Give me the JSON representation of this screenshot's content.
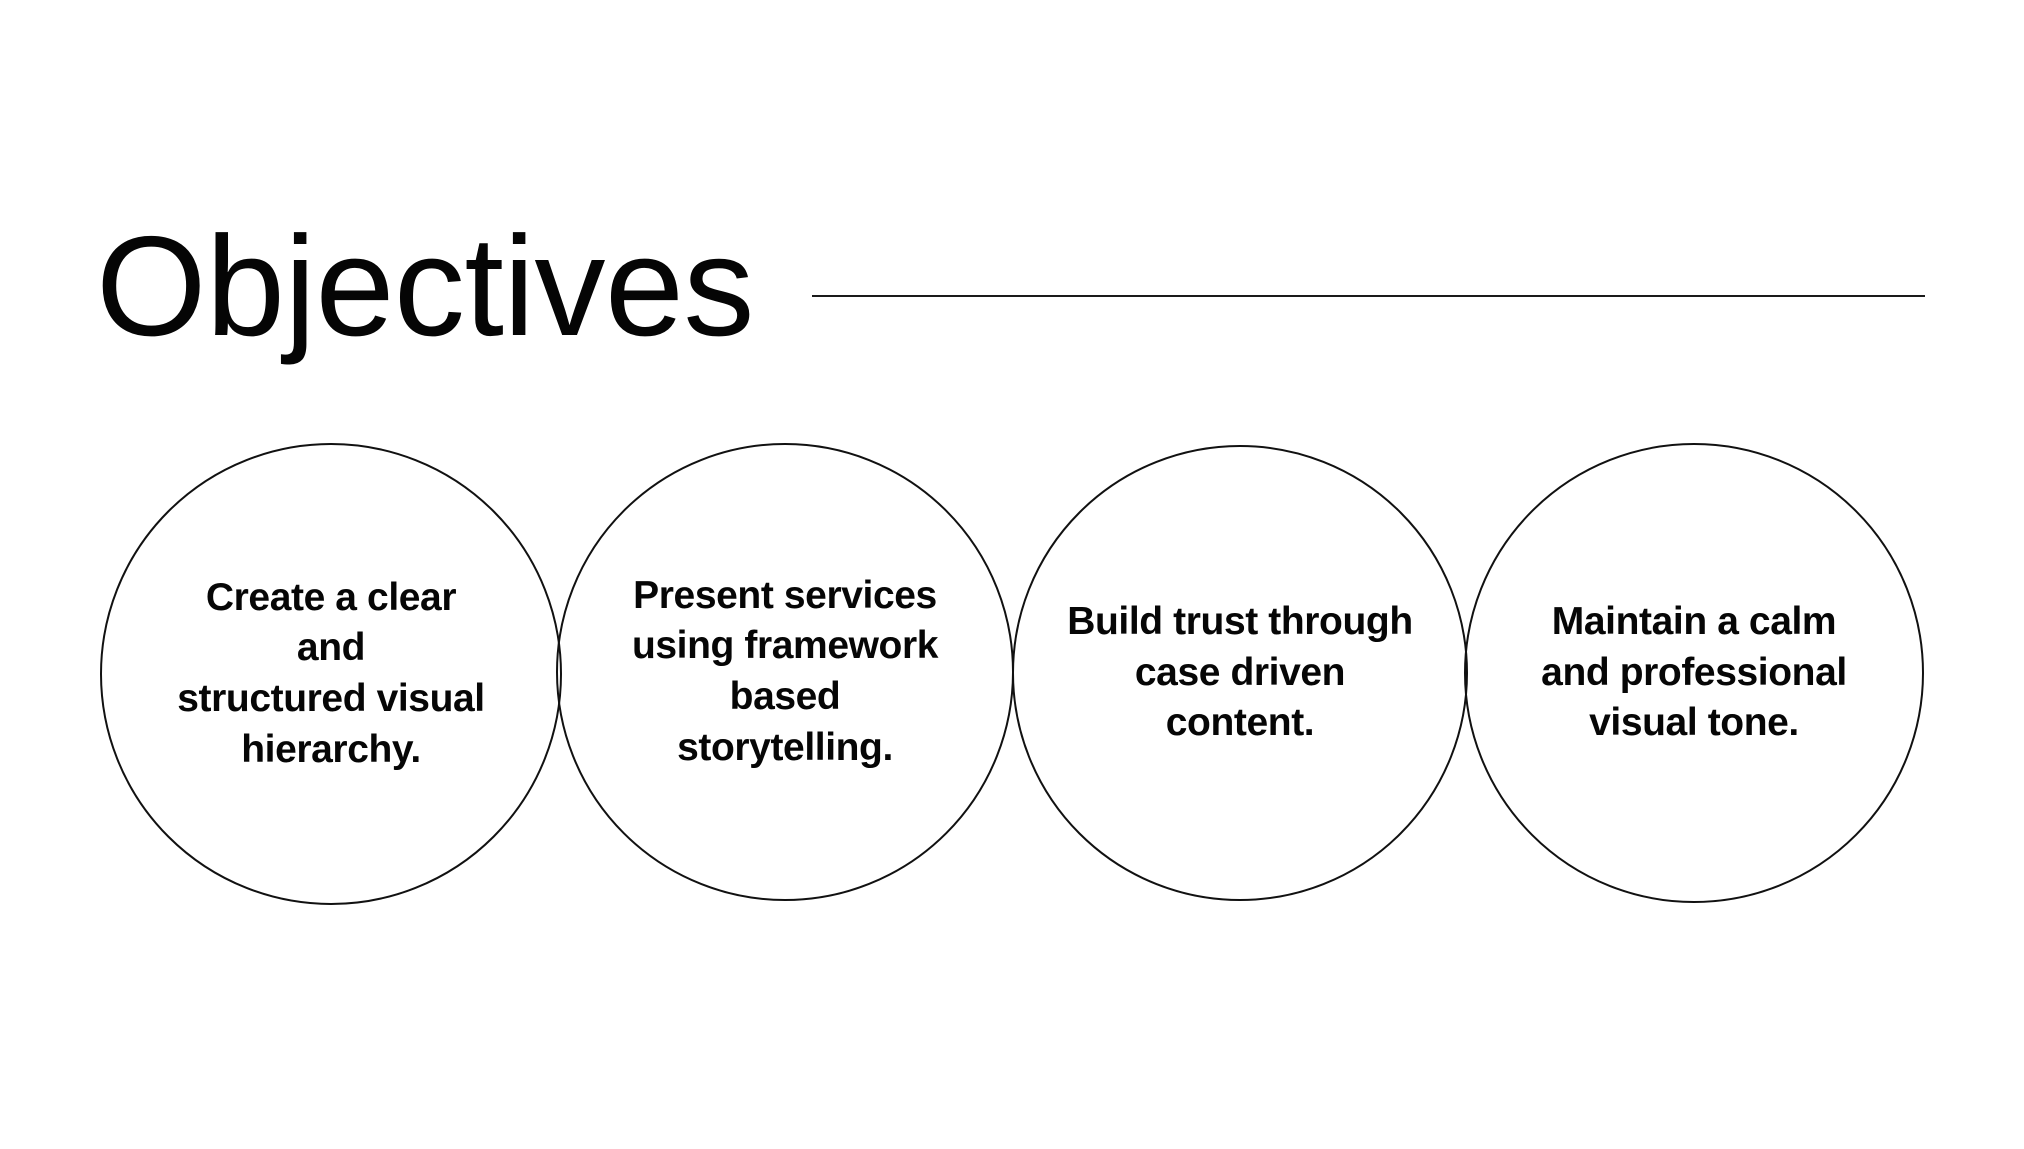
{
  "slide": {
    "background_color": "#ffffff",
    "text_color": "#050505",
    "rule_color": "#1a1a1a",
    "circle_stroke_color": "#111111"
  },
  "header": {
    "title": "Objectives"
  },
  "objectives": [
    {
      "id": "objective-1",
      "text": "Create a clear and\nstructured visual\nhierarchy."
    },
    {
      "id": "objective-2",
      "text": "Present services\nusing framework\nbased storytelling."
    },
    {
      "id": "objective-3",
      "text": "Build trust through\ncase driven content."
    },
    {
      "id": "objective-4",
      "text": "Maintain a calm\nand professional\nvisual tone."
    }
  ]
}
